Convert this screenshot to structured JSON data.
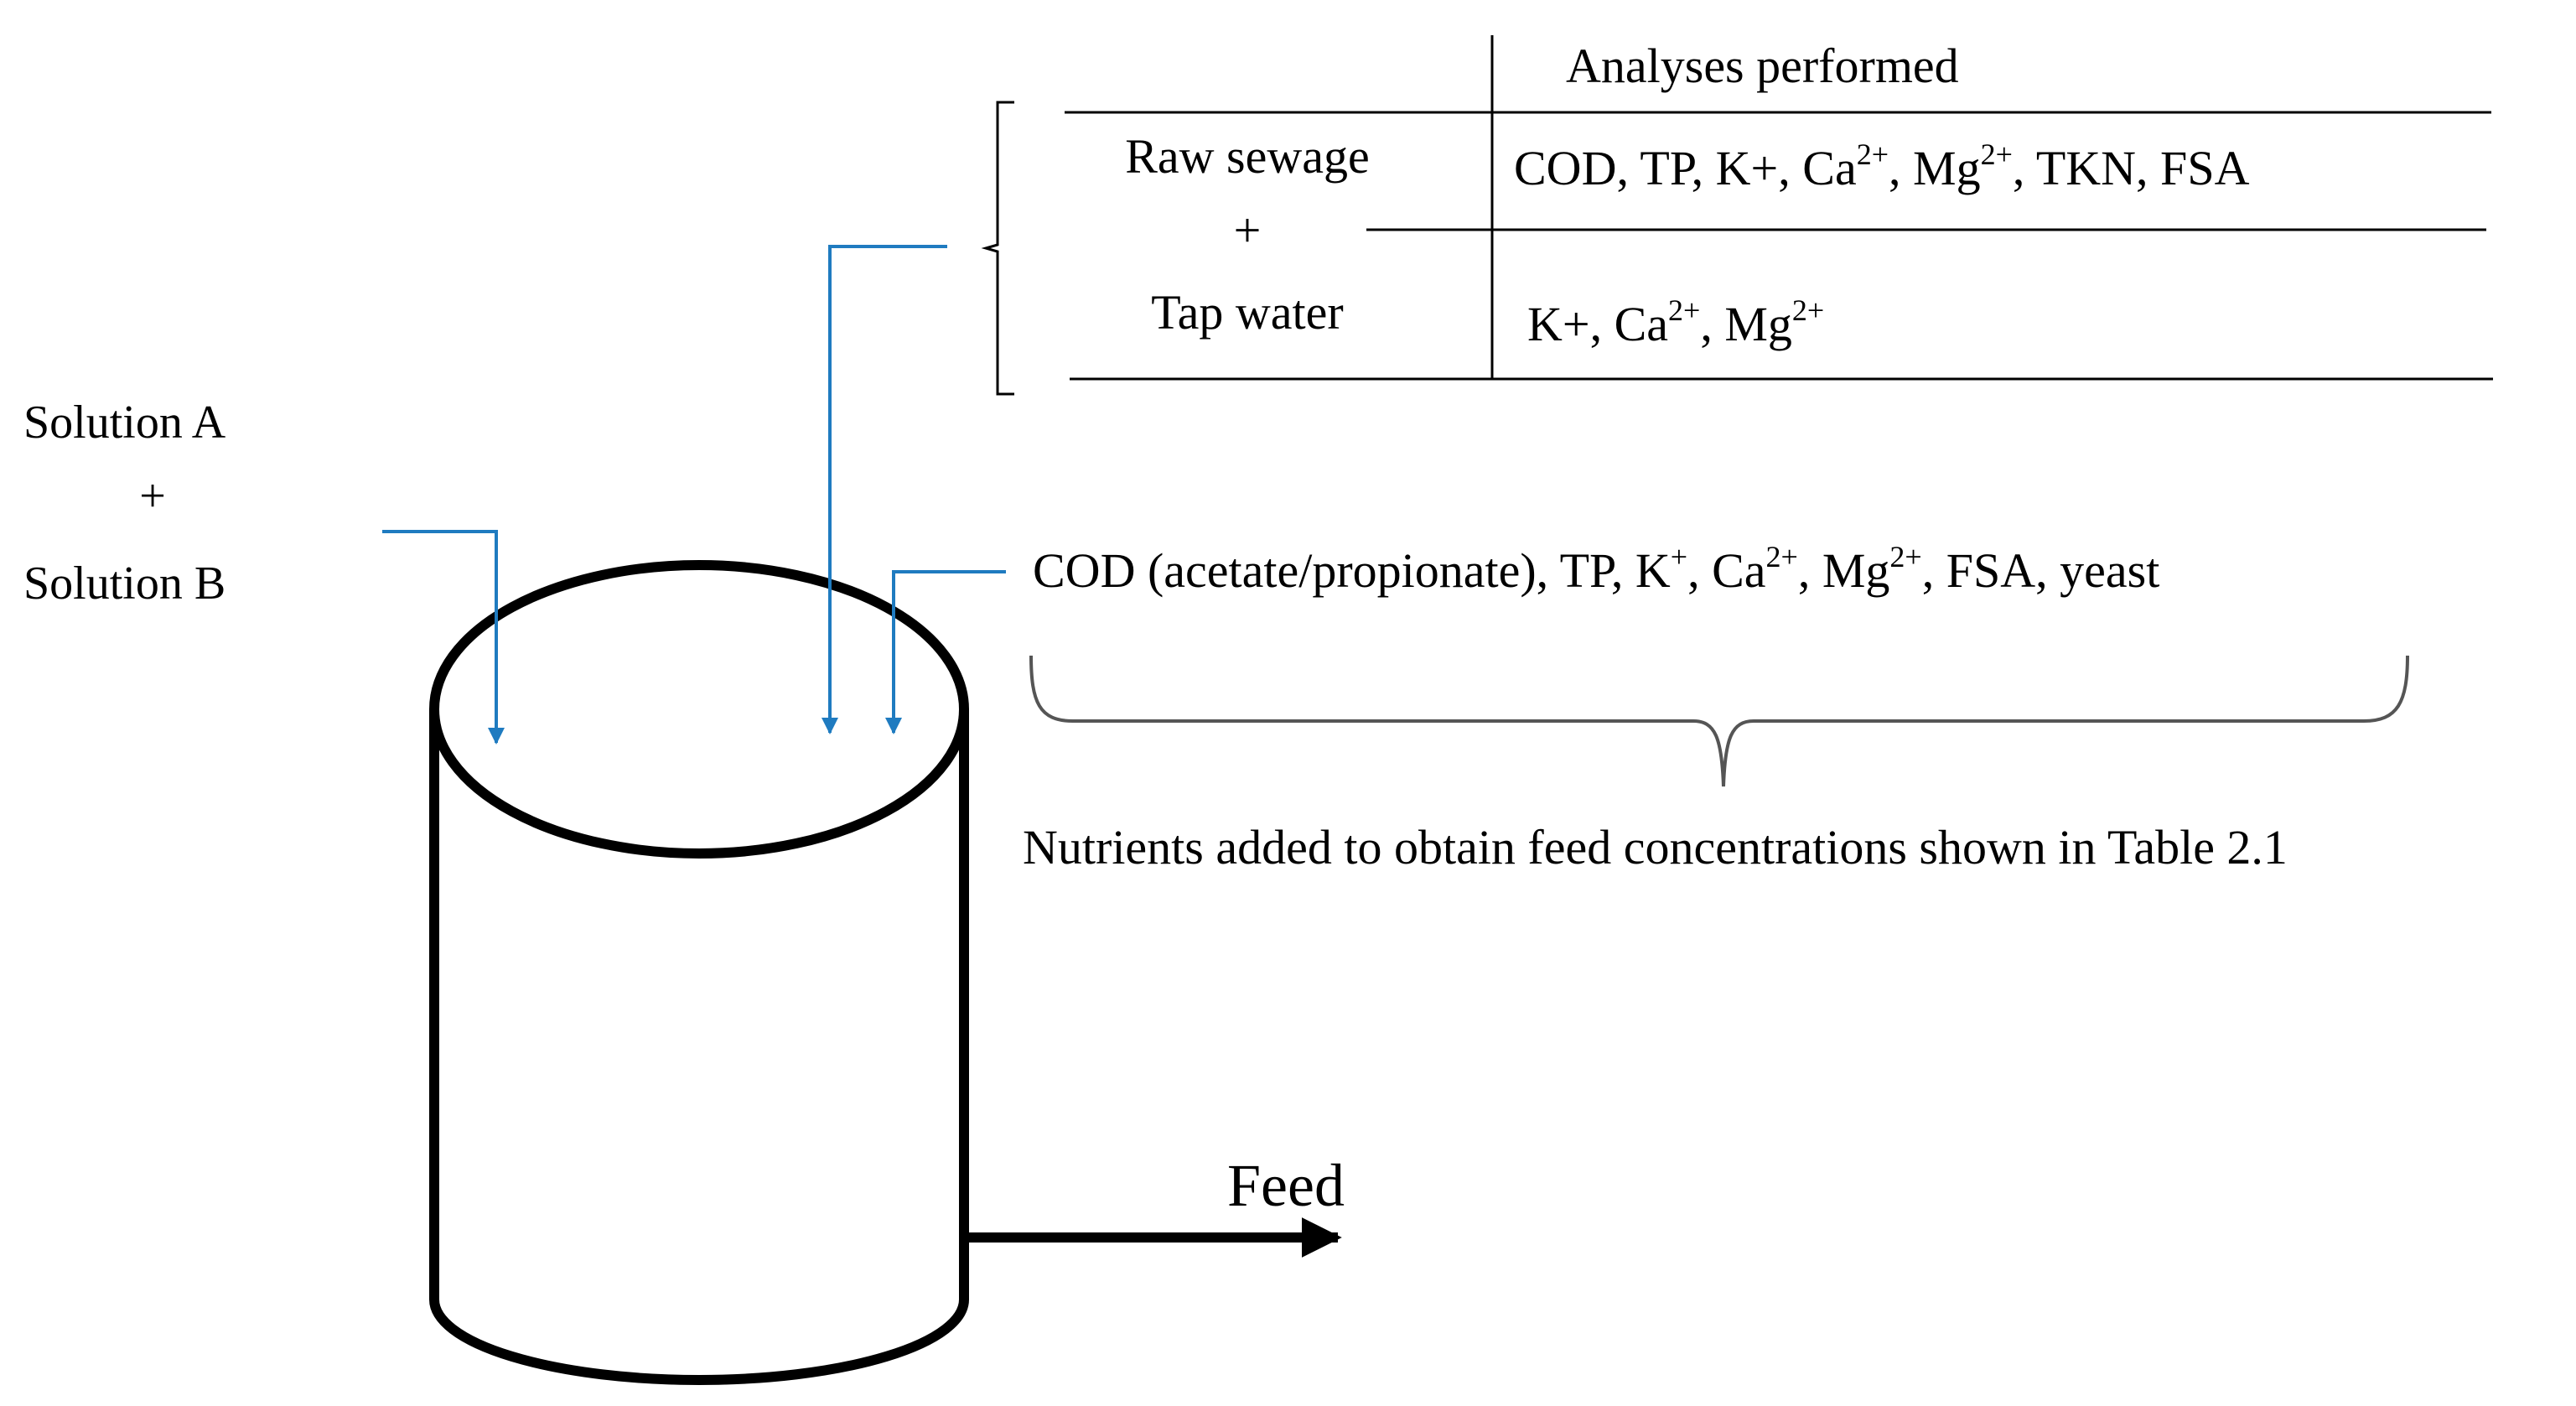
{
  "colors": {
    "arrow": "#1f7bc0",
    "ink": "#000000",
    "bracket": "#555555",
    "background": "#ffffff"
  },
  "sources": {
    "solution_a": "Solution A",
    "plus": "+",
    "solution_b": "Solution B"
  },
  "sewage_table": {
    "header": "Analyses performed",
    "row_label_top": "Raw sewage",
    "row_label_plus": "+",
    "row_label_bottom": "Tap water",
    "rows": [
      {
        "source": "Raw sewage",
        "analyses": {
          "part1": "COD, TP, K+, Ca",
          "sup1": "2+",
          "part2": ", Mg",
          "sup2": "2+",
          "part3": ", TKN, FSA"
        }
      },
      {
        "source": "Tap water",
        "analyses": {
          "part1": "K+, Ca",
          "sup1": "2+",
          "part2": ", Mg",
          "sup2": "2+"
        }
      }
    ]
  },
  "nutrients": {
    "list": {
      "p1": "COD (acetate/propionate), TP, K",
      "s1": "+",
      "p2": ", Ca",
      "s2": "2+",
      "p3": ", Mg",
      "s3": "2+",
      "p4": ", FSA, yeast"
    },
    "caption": "Nutrients added to obtain feed concentrations shown in Table 2.1"
  },
  "tank": {
    "output_label": "Feed"
  }
}
